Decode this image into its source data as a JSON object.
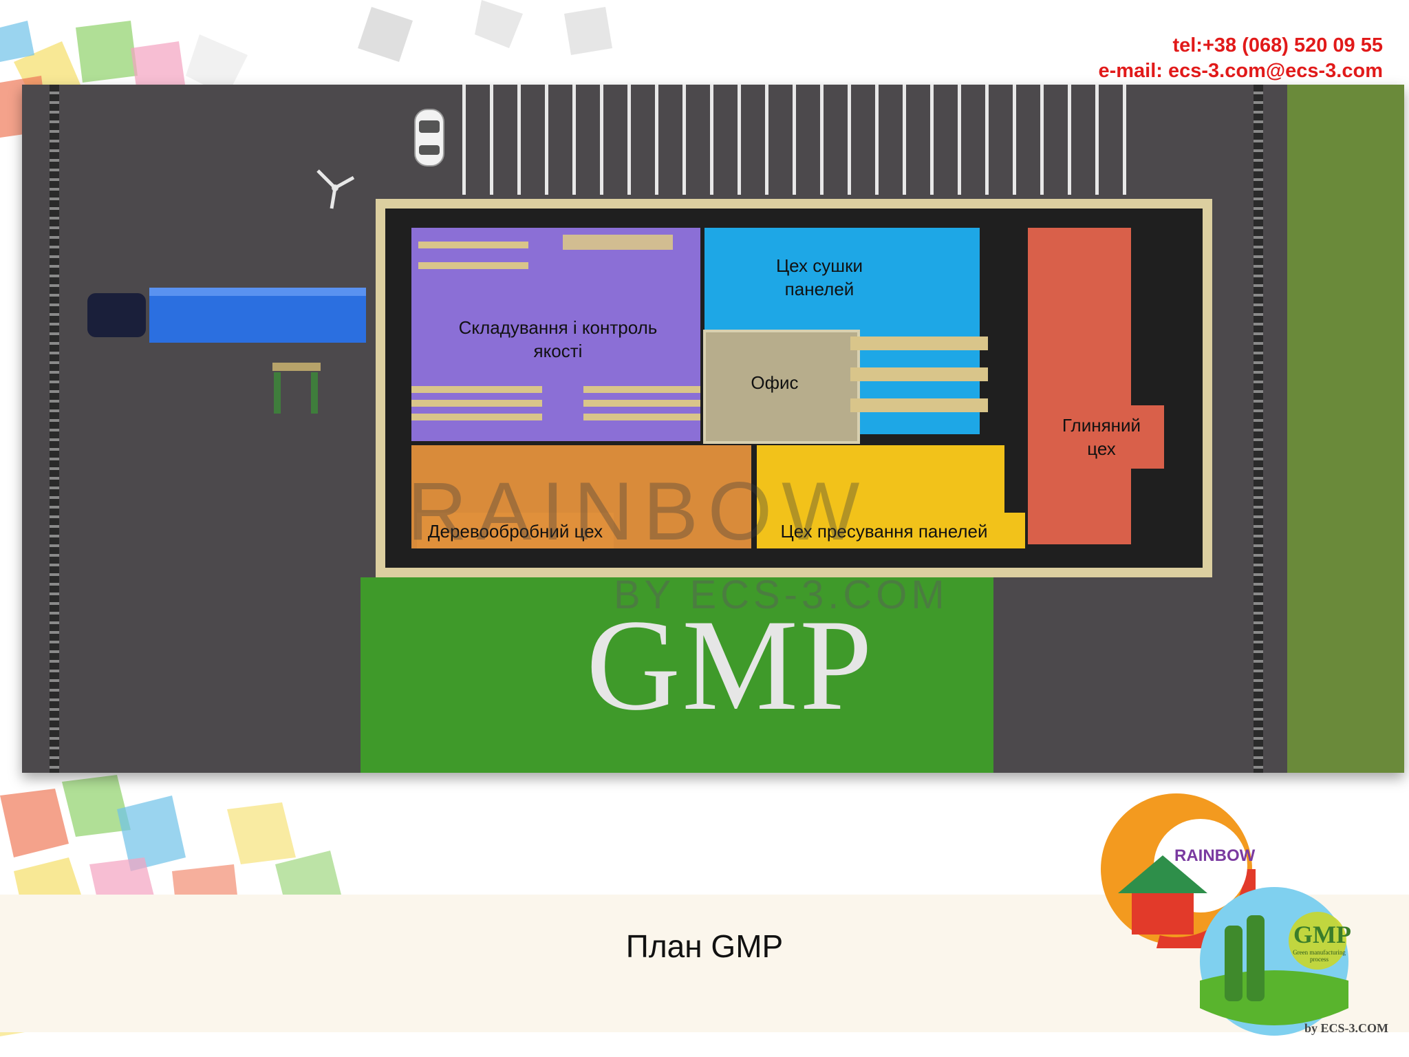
{
  "contact": {
    "phone": "tel:+38 (068) 520 09 55",
    "email": "e-mail: ecs-3.com@ecs-3.com"
  },
  "plan": {
    "rooms": [
      {
        "id": "storage",
        "label": "Складування і контроль якості",
        "color": "#8b6fd6"
      },
      {
        "id": "drying",
        "label": "Цех сушки панелей",
        "color": "#1ea7e6"
      },
      {
        "id": "office",
        "label": "Офис",
        "color": "#b7ad8c"
      },
      {
        "id": "clay",
        "label": "Глиняний цех",
        "color": "#d9604a"
      },
      {
        "id": "woodworking",
        "label": "Деревообробний цех",
        "color": "#d98b3a"
      },
      {
        "id": "pressing",
        "label": "Цех пресування панелей",
        "color": "#f2c21a"
      }
    ],
    "lawn_text": "GMP",
    "watermark": "RAINBOW",
    "watermark_sub": "BY ECS-3.COM"
  },
  "caption": "План GMP",
  "logos": {
    "rainbow": "RAINBOW",
    "gmp": "GMP",
    "gmp_sub": "Green manufacturing process",
    "byline": "by ECS-3.COM"
  },
  "icons": {
    "truck": "truck-icon",
    "car": "car-icon",
    "wind_turbine": "wind-turbine-icon"
  }
}
